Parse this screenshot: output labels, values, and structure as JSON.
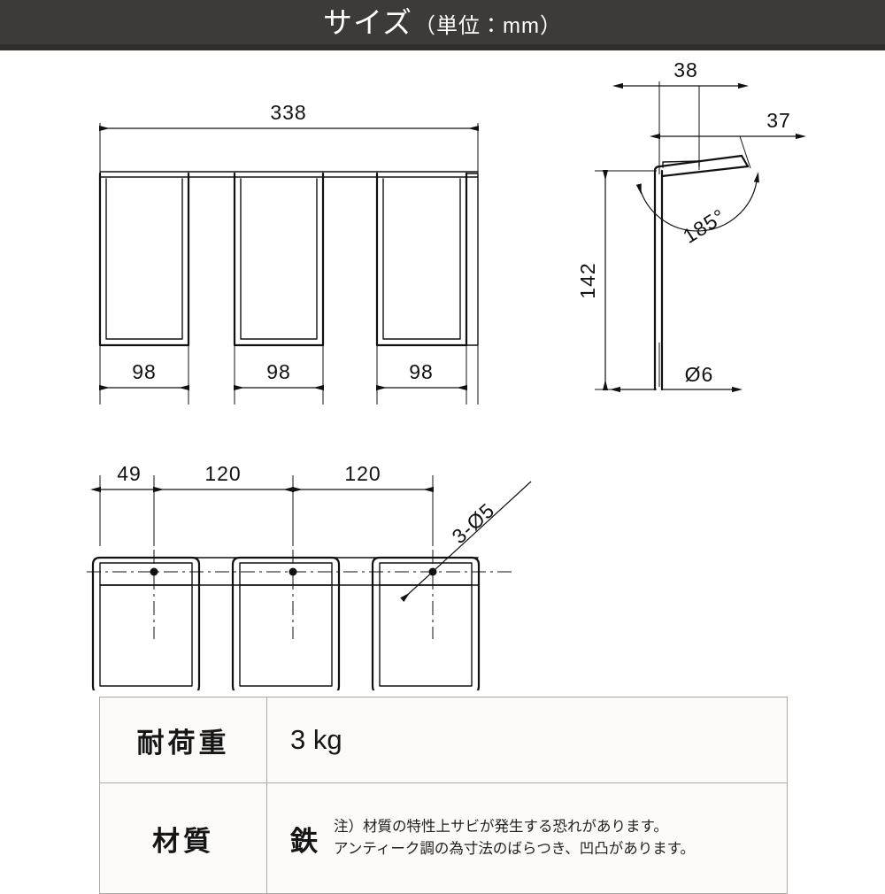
{
  "header": {
    "title_main": "サイズ",
    "title_unit": "（単位：mm）"
  },
  "drawing": {
    "views": {
      "front": {
        "name": "front-view",
        "overall_width": "338",
        "hook_widths": [
          "98",
          "98",
          "98"
        ]
      },
      "side": {
        "name": "side-view",
        "depth_upper": "38",
        "depth_lower": "37",
        "height": "142",
        "angle": "185°",
        "bar_diameter": "Ø6"
      },
      "top": {
        "name": "top-view",
        "edge_offset": "49",
        "hole_pitch": [
          "120",
          "120"
        ],
        "hole_callout": "3-Ø5"
      }
    }
  },
  "spec_table": {
    "rows": [
      {
        "label": "耐荷重",
        "value": "3 kg",
        "material": "",
        "note_line1": "",
        "note_line2": ""
      },
      {
        "label": "材質",
        "value": "",
        "material": "鉄",
        "note_line1": "注）材質の特性上サビが発生する恐れがあります。",
        "note_line2": "アンティーク調の為寸法のばらつき、凹凸があります。"
      }
    ]
  },
  "colors": {
    "header_bg": "#3c3b39",
    "header_underline": "#2f2e2c",
    "header_text": "#ffffff",
    "line": "#111111",
    "table_bg": "#fbfaf8",
    "table_border": "#aaa9a6",
    "page_bg": "#ffffff"
  }
}
